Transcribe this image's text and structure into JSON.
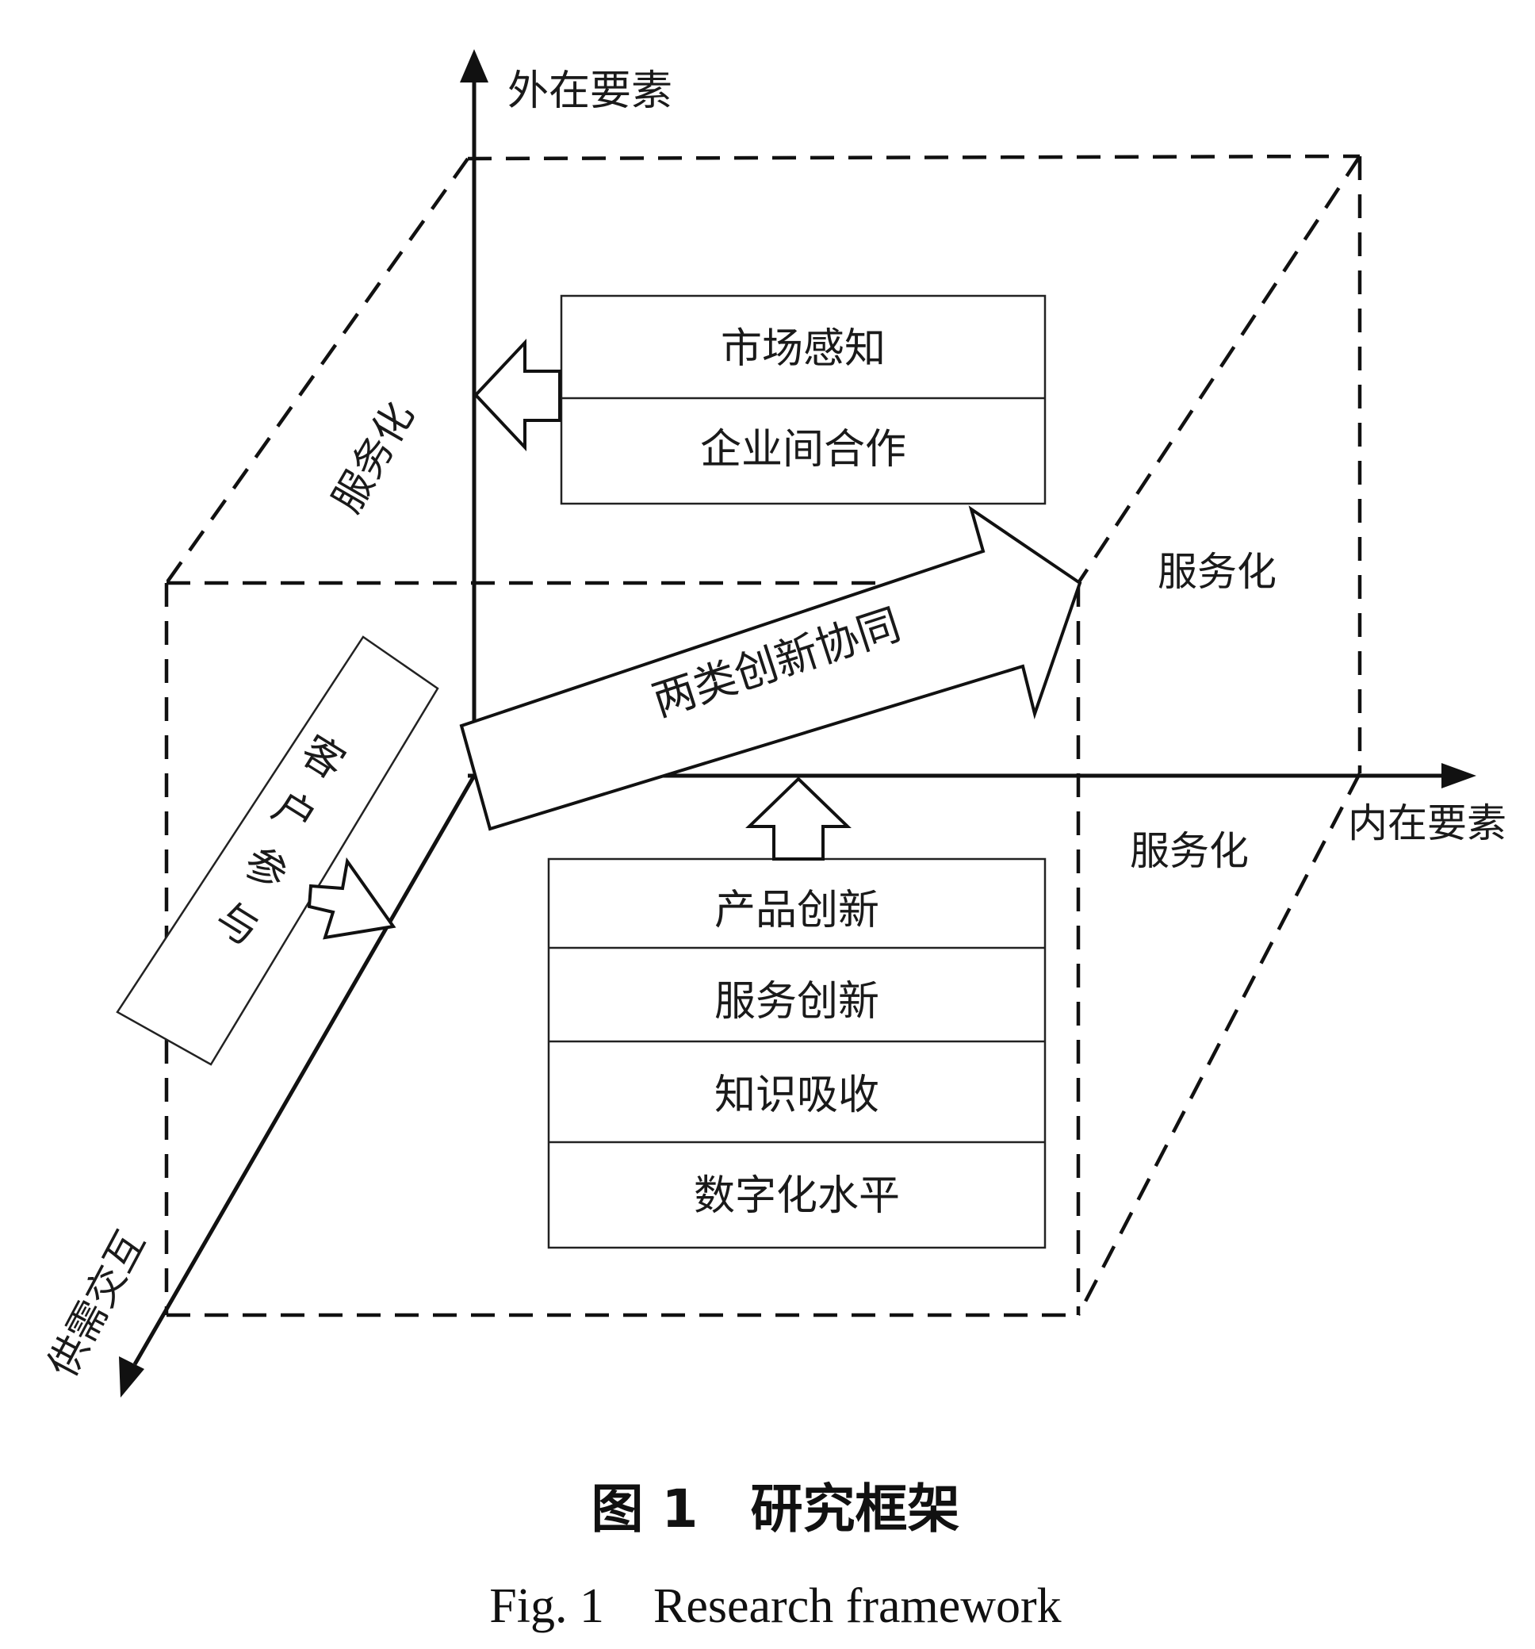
{
  "axes": {
    "vertical_label": "外在要素",
    "horizontal_label": "内在要素",
    "diagonal_label": "供需交互"
  },
  "servitization": {
    "left_label": "服务化",
    "right_upper_label": "服务化",
    "right_lower_label": "服务化"
  },
  "external_box": {
    "items": [
      "市场感知",
      "企业间合作"
    ]
  },
  "internal_box": {
    "items": [
      "产品创新",
      "服务创新",
      "知识吸收",
      "数字化水平"
    ]
  },
  "customer_box": {
    "label": "客户参与"
  },
  "synergy_arrow": {
    "label": "两类创新协同"
  },
  "figure": {
    "title": "图 1　研究框架",
    "subtitle": "Fig. 1　Research framework"
  }
}
